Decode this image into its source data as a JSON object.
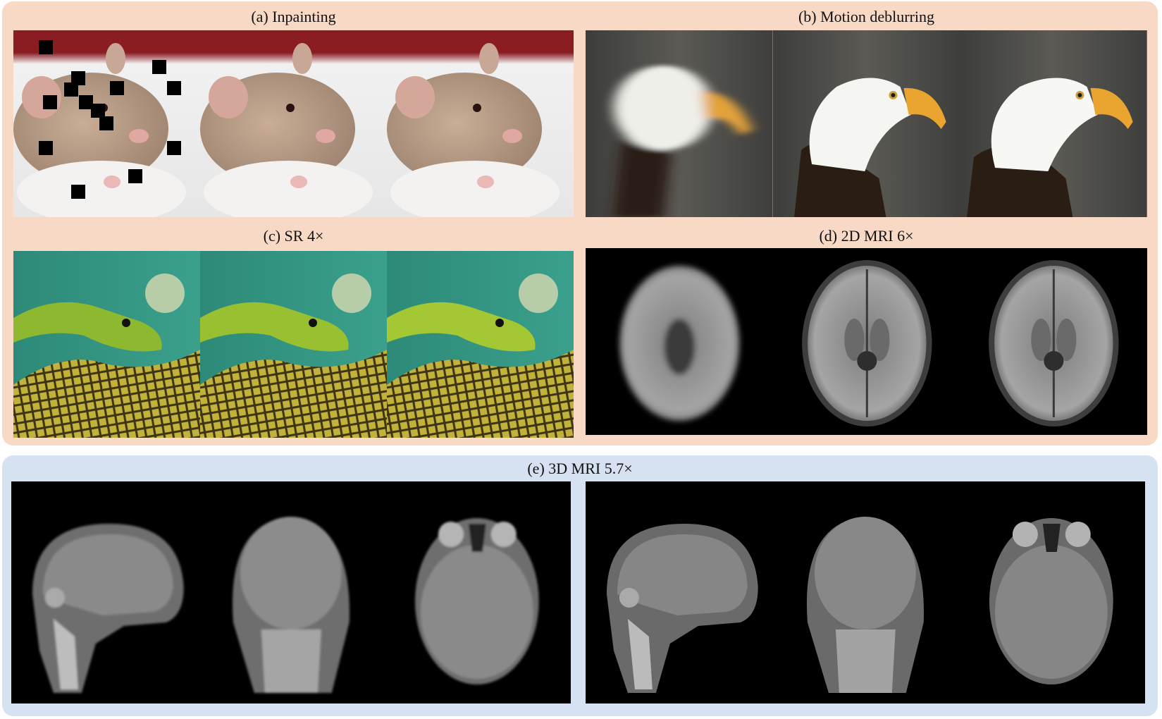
{
  "panels": {
    "a": {
      "caption": "(a) Inpainting"
    },
    "b": {
      "caption": "(b) Motion deblurring"
    },
    "c": {
      "caption": "(c) SR 4×"
    },
    "d": {
      "caption": "(d) 2D MRI 6×"
    },
    "e": {
      "caption": "(e) 3D MRI 5.7×"
    }
  },
  "colors": {
    "top_background": "#f8d9c6",
    "bottom_background": "#d6e2f1"
  }
}
